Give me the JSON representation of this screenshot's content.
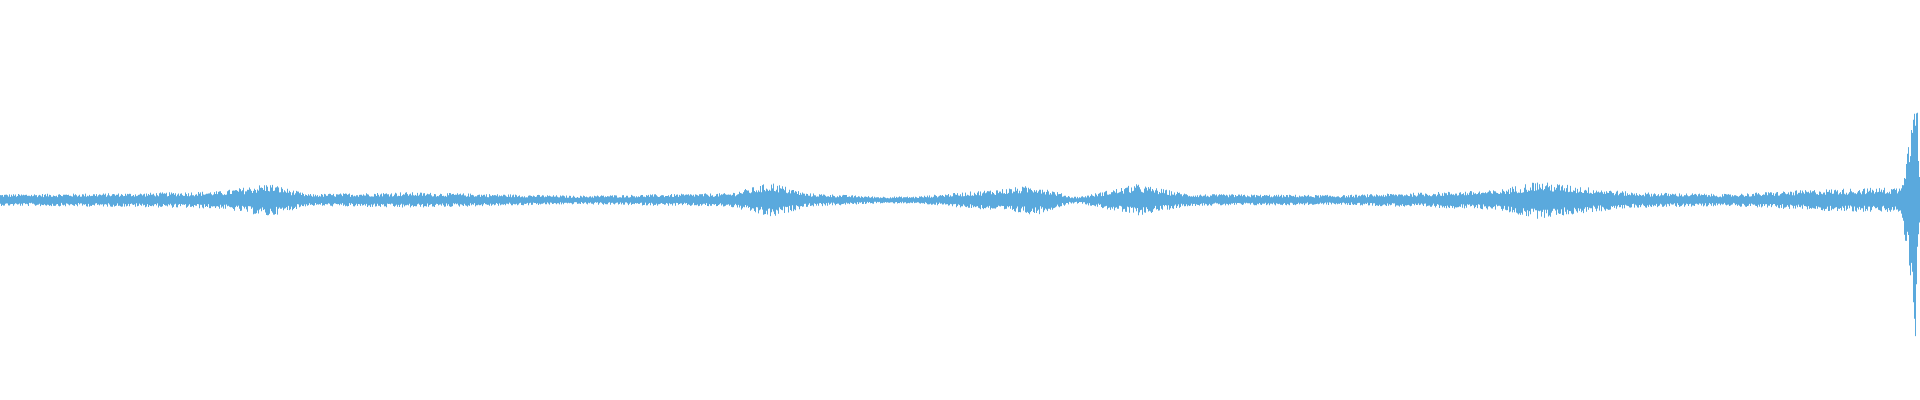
{
  "waveform": {
    "color": "#5aa9dd",
    "background": "#ffffff",
    "baseline_amplitude": 0.018,
    "envelope": [
      {
        "pos": 0.0,
        "amp": 0.03
      },
      {
        "pos": 0.07,
        "amp": 0.035
      },
      {
        "pos": 0.115,
        "amp": 0.045
      },
      {
        "pos": 0.14,
        "amp": 0.085
      },
      {
        "pos": 0.16,
        "amp": 0.03
      },
      {
        "pos": 0.21,
        "amp": 0.04
      },
      {
        "pos": 0.3,
        "amp": 0.022
      },
      {
        "pos": 0.38,
        "amp": 0.035
      },
      {
        "pos": 0.402,
        "amp": 0.09
      },
      {
        "pos": 0.42,
        "amp": 0.035
      },
      {
        "pos": 0.47,
        "amp": 0.012
      },
      {
        "pos": 0.514,
        "amp": 0.05
      },
      {
        "pos": 0.54,
        "amp": 0.075
      },
      {
        "pos": 0.56,
        "amp": 0.012
      },
      {
        "pos": 0.592,
        "amp": 0.08
      },
      {
        "pos": 0.62,
        "amp": 0.03
      },
      {
        "pos": 0.7,
        "amp": 0.025
      },
      {
        "pos": 0.78,
        "amp": 0.05
      },
      {
        "pos": 0.8,
        "amp": 0.095
      },
      {
        "pos": 0.85,
        "amp": 0.04
      },
      {
        "pos": 0.9,
        "amp": 0.03
      },
      {
        "pos": 0.95,
        "amp": 0.055
      },
      {
        "pos": 0.99,
        "amp": 0.065
      },
      {
        "pos": 0.995,
        "amp": 0.35
      },
      {
        "pos": 0.9975,
        "amp": 0.9
      },
      {
        "pos": 1.0,
        "amp": 0.15
      }
    ]
  }
}
